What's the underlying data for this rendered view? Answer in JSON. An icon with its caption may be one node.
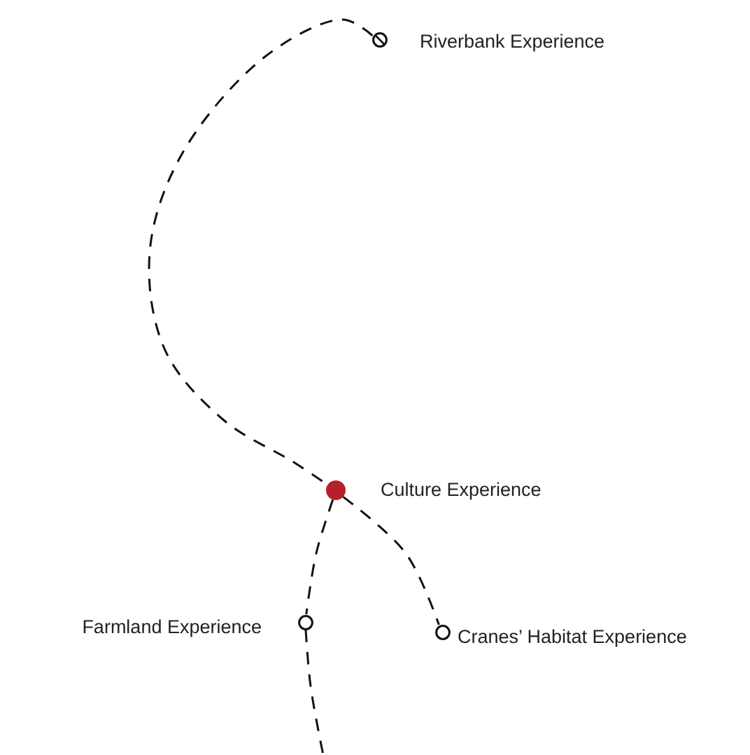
{
  "diagram": {
    "nodes": [
      {
        "text": [],
        "shape": "circle",
        "beside": [
          "Riverbank Experience"
        ]
      },
      {
        "text": [],
        "shape": "dot",
        "beside": [
          "Culture Experience"
        ]
      },
      {
        "text": [],
        "shape": "circle",
        "beside": [
          "Farmland Experience"
        ]
      },
      {
        "text": [],
        "shape": "circle",
        "beside": [
          "Cranes’ Habitat Experience"
        ]
      }
    ],
    "edges": [
      {
        "from": 0,
        "to": 1,
        "arrow": "none",
        "style": "dashed"
      },
      {
        "from": 1,
        "to": 2,
        "arrow": "none",
        "style": "dashed"
      },
      {
        "from": 1,
        "to": 3,
        "arrow": "none",
        "style": "dashed"
      },
      {
        "from": 2,
        "to": null,
        "arrow": "none",
        "style": "dashed"
      }
    ]
  }
}
